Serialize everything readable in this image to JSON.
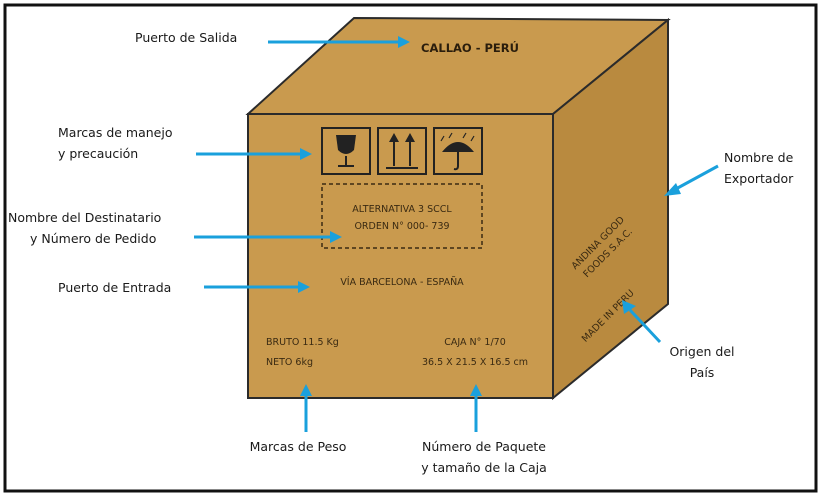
{
  "labels": {
    "puerto_salida": "Puerto de Salida",
    "marcas_manejo_1": "Marcas de manejo",
    "marcas_manejo_2": "y precaución",
    "destinatario_1": "Nombre del Destinatario",
    "destinatario_2": "y Número de Pedido",
    "puerto_entrada": "Puerto de Entrada",
    "exportador_1": "Nombre de",
    "exportador_2": "Exportador",
    "origen_1": "Origen del",
    "origen_2": "País",
    "marcas_peso": "Marcas de Peso",
    "paquete_1": "Número de Paquete",
    "paquete_2": "y tamaño de la Caja"
  },
  "box": {
    "top_text": "CALLAO - PERÚ",
    "order_1": "ALTERNATIVA 3 SCCL",
    "order_2": "ORDEN N° 000- 739",
    "via": "VÍA BARCELONA - ESPAÑA",
    "bruto": "BRUTO 11.5 Kg",
    "neto": "NETO 6kg",
    "caja": "CAJA N° 1/70",
    "dims": "36.5 X 21.5 X 16.5 cm",
    "side_1": "ANDINA GOOD",
    "side_2": "FOODS S.A.C.",
    "made_in": "MADE IN PERU"
  },
  "colors": {
    "box_front": "#c99a4e",
    "box_top": "#c99a4e",
    "box_side": "#b98a3f",
    "arrow": "#1aa0dc",
    "frame": "#111111"
  },
  "icons": [
    "fragile-glass-icon",
    "this-side-up-icon",
    "keep-dry-umbrella-icon"
  ]
}
